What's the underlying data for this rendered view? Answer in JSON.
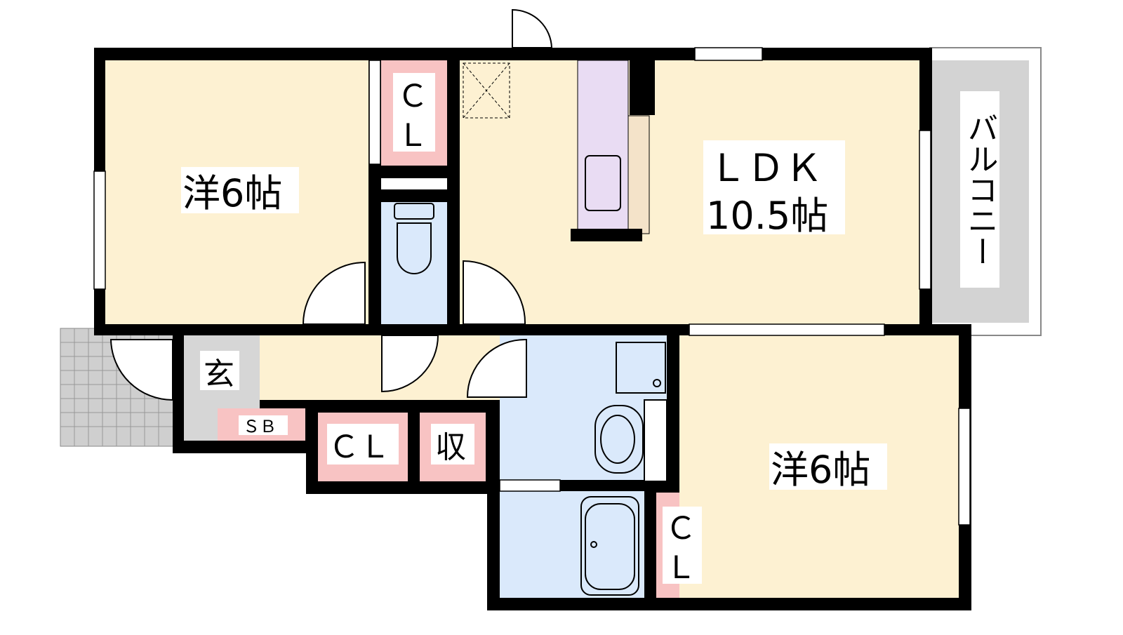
{
  "rooms": {
    "western_room_1": {
      "label": "洋6帖"
    },
    "ldk": {
      "label_line1": "ＬＤＫ",
      "label_line2": "10.5帖"
    },
    "balcony": {
      "label": "バルコニー"
    },
    "western_room_2": {
      "label": "洋6帖"
    },
    "entrance": {
      "label": "玄"
    },
    "shoe_box": {
      "label": "ＳＢ"
    },
    "closet_top": {
      "label_line1": "Ｃ",
      "label_line2": "Ｌ"
    },
    "closet_hall": {
      "label": "ＣＬ"
    },
    "storage": {
      "label": "収"
    },
    "closet_right": {
      "label_line1": "Ｃ",
      "label_line2": "Ｌ"
    }
  },
  "colors": {
    "room": "#fdf1d2",
    "closet": "#f8c3c3",
    "water": "#dae9fb",
    "kitchen": "#e9dcf3",
    "balcony": "#d3d3d3",
    "wall": "#000000"
  }
}
